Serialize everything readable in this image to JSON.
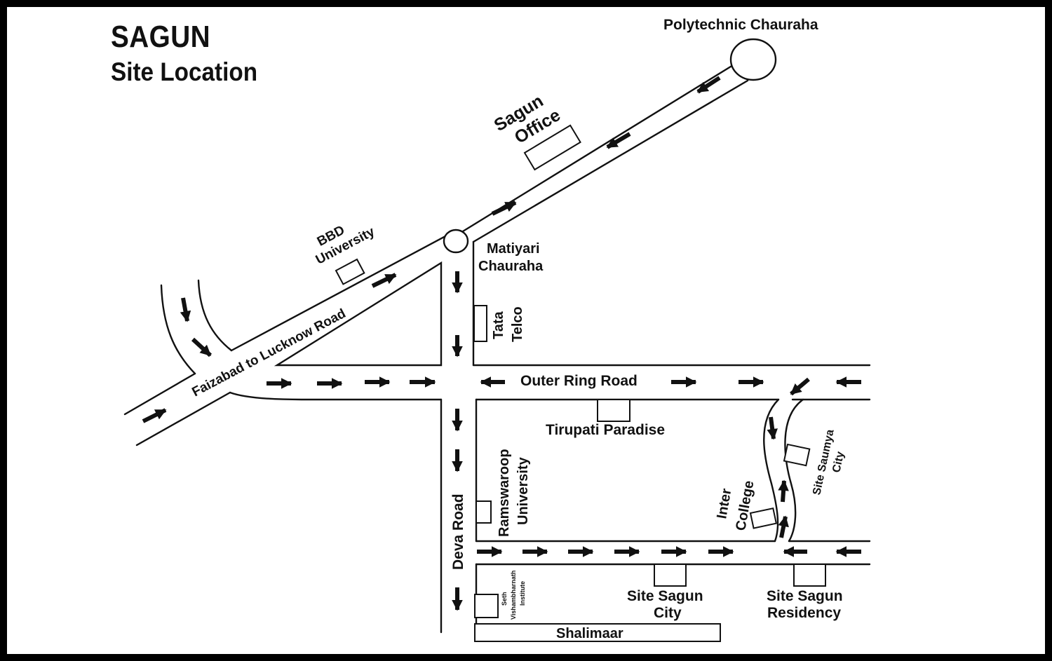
{
  "title": "SAGUN",
  "subtitle": "Site Location",
  "labels": {
    "polytechnic": "Polytechnic Chauraha",
    "sagun_office_1": "Sagun",
    "sagun_office_2": "Office",
    "bbd_1": "BBD",
    "bbd_2": "University",
    "faizabad_road": "Faizabad to Lucknow Road",
    "matiyari_1": "Matiyari",
    "matiyari_2": "Chauraha",
    "tata_1": "Tata",
    "tata_2": "Telco",
    "outer_ring": "Outer Ring Road",
    "tirupati": "Tirupati Paradise",
    "ramswaroop_1": "Ramswaroop",
    "ramswaroop_2": "University",
    "deva_road": "Deva Road",
    "seth_1": "Seth",
    "seth_2": "Vishambharnath",
    "seth_3": "Institute",
    "inter_1": "Inter",
    "inter_2": "College",
    "saumya_1": "Site Saumya",
    "saumya_2": "City",
    "sagun_city_1": "Site Sagun",
    "sagun_city_2": "City",
    "sagun_res_1": "Site Sagun",
    "sagun_res_2": "Residency",
    "shalimaar": "Shalimaar"
  },
  "colors": {
    "ink": "#111111",
    "background": "#ffffff",
    "frame": "#000000"
  }
}
